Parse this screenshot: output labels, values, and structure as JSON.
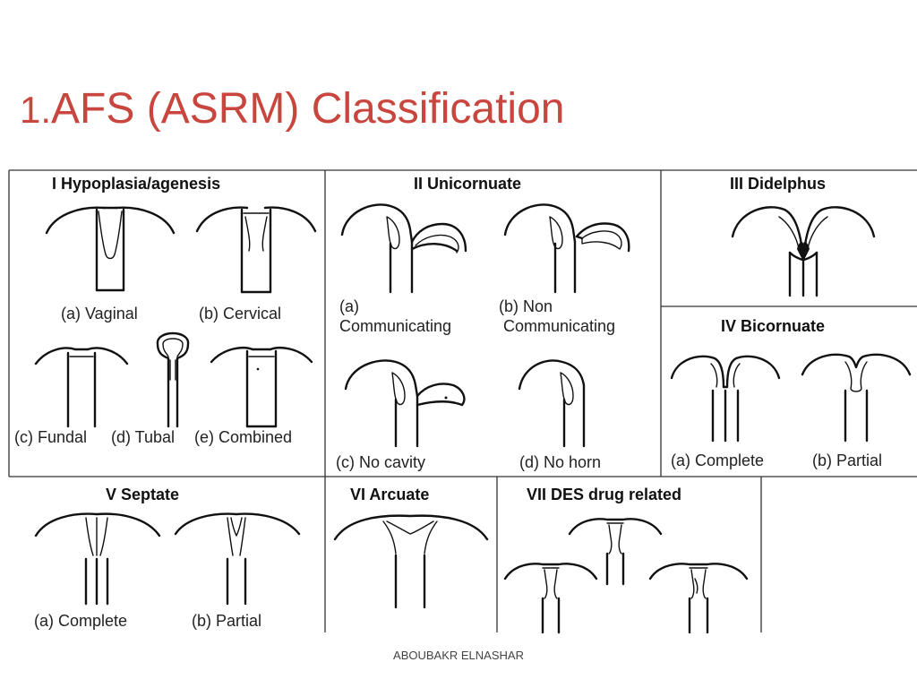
{
  "slide": {
    "number": "1.",
    "title": "AFS (ASRM) Classification",
    "title_color": "#c8463d",
    "footer": "ABOUBAKR ELNASHAR"
  },
  "panels": {
    "I": {
      "title": "I   Hypoplasia/agenesis",
      "items": [
        "(a) Vaginal",
        "(b) Cervical",
        "(c) Fundal",
        "(d) Tubal",
        "(e) Combined"
      ]
    },
    "II": {
      "title": "II   Unicornuate",
      "items": [
        "(a)",
        "Communicating",
        "(b) Non",
        "Communicating",
        "(c) No cavity",
        "(d) No horn"
      ]
    },
    "III": {
      "title": "III   Didelphus"
    },
    "IV": {
      "title": "IV   Bicornuate",
      "items": [
        "(a) Complete",
        "(b) Partial"
      ]
    },
    "V": {
      "title": "V   Septate",
      "items": [
        "(a) Complete",
        "(b) Partial"
      ]
    },
    "VI": {
      "title": "VI   Arcuate"
    },
    "VII": {
      "title": "VII   DES drug related"
    }
  }
}
